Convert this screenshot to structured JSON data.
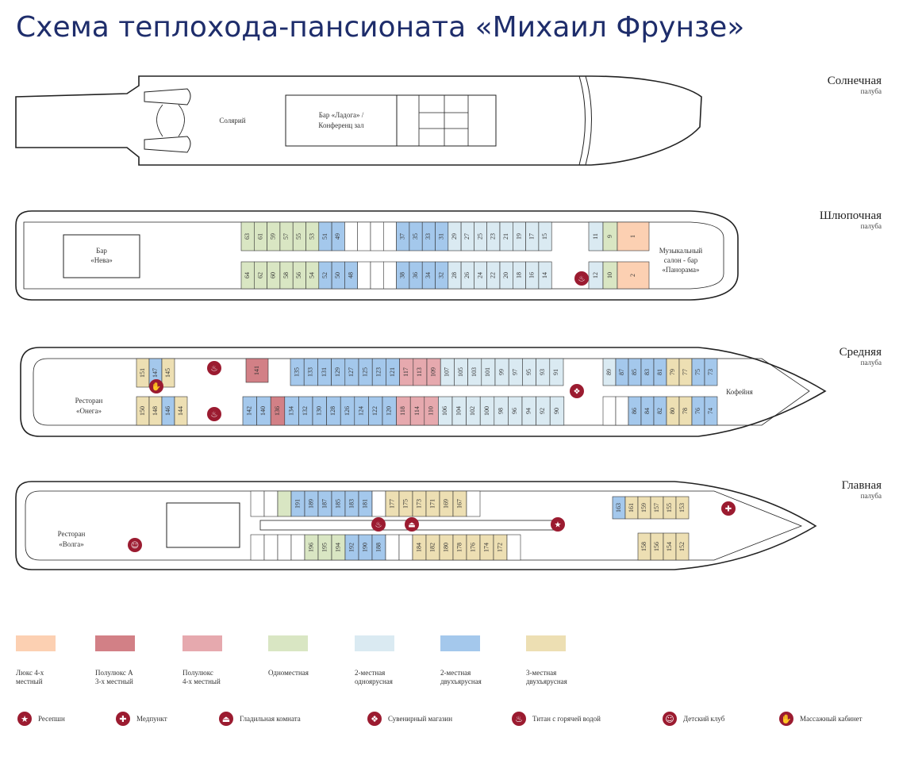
{
  "title": "Схема теплохода-пансионата «Михаил Фрунзе»",
  "colors": {
    "lux": "#fcd0b2",
    "semilux_a": "#d28086",
    "semilux": "#e6a9ae",
    "single": "#d9e6c3",
    "double_single": "#daeaf2",
    "double_bunk": "#a4c8ec",
    "triple_bunk": "#eddfb3",
    "icon": "#9b1b30",
    "hull": "#222222"
  },
  "decks": {
    "sun": {
      "name": "Солнечная",
      "sub": "палуба",
      "solarium": "Солярий",
      "bar": "Бар «Ладога» /",
      "bar2": "Конференц зал"
    },
    "boat": {
      "name": "Шлюпочная",
      "sub": "палуба",
      "bar": "Бар",
      "bar2": "«Нева»",
      "salon": "Музыкальный",
      "salon2": "салон - бар",
      "salon3": "«Панорама»",
      "top": [
        {
          "n": "63",
          "t": "single"
        },
        {
          "n": "61",
          "t": "single"
        },
        {
          "n": "59",
          "t": "single"
        },
        {
          "n": "57",
          "t": "single"
        },
        {
          "n": "55",
          "t": "single"
        },
        {
          "n": "53",
          "t": "single"
        },
        {
          "n": "51",
          "t": "double_bunk"
        },
        {
          "n": "49",
          "t": "double_bunk"
        },
        {
          "n": "",
          "t": "none"
        },
        {
          "n": "",
          "t": "none"
        },
        {
          "n": "",
          "t": "none"
        },
        {
          "n": "",
          "t": "none"
        },
        {
          "n": "37",
          "t": "double_bunk"
        },
        {
          "n": "35",
          "t": "double_bunk"
        },
        {
          "n": "33",
          "t": "double_bunk"
        },
        {
          "n": "31",
          "t": "double_bunk"
        },
        {
          "n": "29",
          "t": "double_single"
        },
        {
          "n": "27",
          "t": "double_single"
        },
        {
          "n": "25",
          "t": "double_single"
        },
        {
          "n": "23",
          "t": "double_single"
        },
        {
          "n": "21",
          "t": "double_single"
        },
        {
          "n": "19",
          "t": "double_single"
        },
        {
          "n": "17",
          "t": "double_single"
        },
        {
          "n": "15",
          "t": "double_single"
        }
      ],
      "bottom": [
        {
          "n": "64",
          "t": "single"
        },
        {
          "n": "62",
          "t": "single"
        },
        {
          "n": "60",
          "t": "single"
        },
        {
          "n": "58",
          "t": "single"
        },
        {
          "n": "56",
          "t": "single"
        },
        {
          "n": "54",
          "t": "single"
        },
        {
          "n": "52",
          "t": "double_bunk"
        },
        {
          "n": "50",
          "t": "double_bunk"
        },
        {
          "n": "48",
          "t": "double_bunk"
        },
        {
          "n": "",
          "t": "none"
        },
        {
          "n": "",
          "t": "none"
        },
        {
          "n": "",
          "t": "none"
        },
        {
          "n": "38",
          "t": "double_bunk"
        },
        {
          "n": "36",
          "t": "double_bunk"
        },
        {
          "n": "34",
          "t": "double_bunk"
        },
        {
          "n": "32",
          "t": "double_bunk"
        },
        {
          "n": "28",
          "t": "double_single"
        },
        {
          "n": "26",
          "t": "double_single"
        },
        {
          "n": "24",
          "t": "double_single"
        },
        {
          "n": "22",
          "t": "double_single"
        },
        {
          "n": "20",
          "t": "double_single"
        },
        {
          "n": "18",
          "t": "double_single"
        },
        {
          "n": "16",
          "t": "double_single"
        },
        {
          "n": "14",
          "t": "double_single"
        }
      ],
      "fore_top": [
        {
          "n": "11",
          "t": "double_single"
        },
        {
          "n": "9",
          "t": "single"
        },
        {
          "n": "1",
          "t": "lux"
        }
      ],
      "fore_bottom": [
        {
          "n": "12",
          "t": "double_single"
        },
        {
          "n": "10",
          "t": "single"
        },
        {
          "n": "2",
          "t": "lux"
        }
      ]
    },
    "middle": {
      "name": "Средняя",
      "sub": "палуба",
      "restaurant": "Ресторан",
      "restaurant2": "«Онега»",
      "cafe": "Кофейня",
      "aft_top": [
        {
          "n": "151",
          "t": "triple_bunk"
        },
        {
          "n": "147",
          "t": "double_bunk"
        },
        {
          "n": "145",
          "t": "triple_bunk"
        }
      ],
      "aft_bottom": [
        {
          "n": "150",
          "t": "triple_bunk"
        },
        {
          "n": "148",
          "t": "triple_bunk"
        },
        {
          "n": "146",
          "t": "double_bunk"
        },
        {
          "n": "144",
          "t": "triple_bunk"
        }
      ],
      "r141": {
        "n": "141",
        "t": "semilux_a"
      },
      "top": [
        {
          "n": "135",
          "t": "double_bunk"
        },
        {
          "n": "133",
          "t": "double_bunk"
        },
        {
          "n": "131",
          "t": "double_bunk"
        },
        {
          "n": "129",
          "t": "double_bunk"
        },
        {
          "n": "127",
          "t": "double_bunk"
        },
        {
          "n": "125",
          "t": "double_bunk"
        },
        {
          "n": "123",
          "t": "double_bunk"
        },
        {
          "n": "121",
          "t": "double_bunk"
        },
        {
          "n": "117",
          "t": "semilux"
        },
        {
          "n": "113",
          "t": "semilux"
        },
        {
          "n": "109",
          "t": "semilux"
        },
        {
          "n": "107",
          "t": "double_single"
        },
        {
          "n": "105",
          "t": "double_single"
        },
        {
          "n": "103",
          "t": "double_single"
        },
        {
          "n": "101",
          "t": "double_single"
        },
        {
          "n": "99",
          "t": "double_single"
        },
        {
          "n": "97",
          "t": "double_single"
        },
        {
          "n": "95",
          "t": "double_single"
        },
        {
          "n": "93",
          "t": "double_single"
        },
        {
          "n": "91",
          "t": "double_single"
        }
      ],
      "bottom_a": [
        {
          "n": "142",
          "t": "double_bunk"
        },
        {
          "n": "140",
          "t": "double_bunk"
        },
        {
          "n": "136",
          "t": "semilux_a"
        },
        {
          "n": "134",
          "t": "double_bunk"
        },
        {
          "n": "132",
          "t": "double_bunk"
        },
        {
          "n": "130",
          "t": "double_bunk"
        },
        {
          "n": "128",
          "t": "double_bunk"
        },
        {
          "n": "126",
          "t": "double_bunk"
        },
        {
          "n": "124",
          "t": "double_bunk"
        },
        {
          "n": "122",
          "t": "double_bunk"
        },
        {
          "n": "120",
          "t": "double_bunk"
        },
        {
          "n": "118",
          "t": "semilux"
        },
        {
          "n": "114",
          "t": "semilux"
        },
        {
          "n": "110",
          "t": "semilux"
        },
        {
          "n": "106",
          "t": "double_single"
        },
        {
          "n": "104",
          "t": "double_single"
        },
        {
          "n": "102",
          "t": "double_single"
        },
        {
          "n": "100",
          "t": "double_single"
        },
        {
          "n": "98",
          "t": "double_single"
        },
        {
          "n": "96",
          "t": "double_single"
        },
        {
          "n": "94",
          "t": "double_single"
        },
        {
          "n": "92",
          "t": "double_single"
        },
        {
          "n": "90",
          "t": "double_single"
        }
      ],
      "fore_top": [
        {
          "n": "89",
          "t": "double_single"
        },
        {
          "n": "87",
          "t": "double_bunk"
        },
        {
          "n": "85",
          "t": "double_bunk"
        },
        {
          "n": "83",
          "t": "double_bunk"
        },
        {
          "n": "81",
          "t": "double_bunk"
        },
        {
          "n": "79",
          "t": "triple_bunk"
        },
        {
          "n": "77",
          "t": "triple_bunk"
        },
        {
          "n": "75",
          "t": "double_bunk"
        },
        {
          "n": "73",
          "t": "double_bunk"
        }
      ],
      "fore_bottom": [
        {
          "n": "",
          "t": "none"
        },
        {
          "n": "",
          "t": "none"
        },
        {
          "n": "86",
          "t": "double_bunk"
        },
        {
          "n": "84",
          "t": "double_bunk"
        },
        {
          "n": "82",
          "t": "double_bunk"
        },
        {
          "n": "80",
          "t": "triple_bunk"
        },
        {
          "n": "78",
          "t": "triple_bunk"
        },
        {
          "n": "76",
          "t": "double_bunk"
        },
        {
          "n": "74",
          "t": "double_bunk"
        }
      ]
    },
    "main": {
      "name": "Главная",
      "sub": "палуба",
      "restaurant": "Ресторан",
      "restaurant2": "«Волга»",
      "top": [
        {
          "n": "",
          "t": "none"
        },
        {
          "n": "",
          "t": "none"
        },
        {
          "n": "",
          "t": "single"
        },
        {
          "n": "191",
          "t": "double_bunk"
        },
        {
          "n": "189",
          "t": "double_bunk"
        },
        {
          "n": "187",
          "t": "double_bunk"
        },
        {
          "n": "185",
          "t": "double_bunk"
        },
        {
          "n": "183",
          "t": "double_bunk"
        },
        {
          "n": "181",
          "t": "double_bunk"
        },
        {
          "n": "",
          "t": "none"
        },
        {
          "n": "177",
          "t": "triple_bunk"
        },
        {
          "n": "175",
          "t": "triple_bunk"
        },
        {
          "n": "173",
          "t": "triple_bunk"
        },
        {
          "n": "171",
          "t": "triple_bunk"
        },
        {
          "n": "169",
          "t": "triple_bunk"
        },
        {
          "n": "167",
          "t": "triple_bunk"
        },
        {
          "n": "",
          "t": "none"
        }
      ],
      "bottom": [
        {
          "n": "",
          "t": "none"
        },
        {
          "n": "",
          "t": "none"
        },
        {
          "n": "",
          "t": "none"
        },
        {
          "n": "",
          "t": "none"
        },
        {
          "n": "196",
          "t": "single"
        },
        {
          "n": "195",
          "t": "single"
        },
        {
          "n": "194",
          "t": "single"
        },
        {
          "n": "192",
          "t": "double_bunk"
        },
        {
          "n": "190",
          "t": "double_bunk"
        },
        {
          "n": "188",
          "t": "double_bunk"
        },
        {
          "n": "",
          "t": "none"
        },
        {
          "n": "",
          "t": "none"
        },
        {
          "n": "184",
          "t": "triple_bunk"
        },
        {
          "n": "182",
          "t": "triple_bunk"
        },
        {
          "n": "180",
          "t": "triple_bunk"
        },
        {
          "n": "178",
          "t": "triple_bunk"
        },
        {
          "n": "176",
          "t": "triple_bunk"
        },
        {
          "n": "174",
          "t": "triple_bunk"
        },
        {
          "n": "172",
          "t": "triple_bunk"
        },
        {
          "n": "",
          "t": "none"
        }
      ],
      "fore_top": [
        {
          "n": "163",
          "t": "double_bunk"
        },
        {
          "n": "161",
          "t": "triple_bunk"
        },
        {
          "n": "159",
          "t": "triple_bunk"
        },
        {
          "n": "157",
          "t": "triple_bunk"
        },
        {
          "n": "155",
          "t": "triple_bunk"
        },
        {
          "n": "153",
          "t": "triple_bunk"
        }
      ],
      "fore_bottom": [
        {
          "n": "158",
          "t": "triple_bunk"
        },
        {
          "n": "156",
          "t": "triple_bunk"
        },
        {
          "n": "154",
          "t": "triple_bunk"
        },
        {
          "n": "152",
          "t": "triple_bunk"
        }
      ]
    }
  },
  "legend": {
    "cabins": [
      {
        "key": "lux",
        "l1": "Люкс 4-х",
        "l2": "местный"
      },
      {
        "key": "semilux_a",
        "l1": "Полулюкс А",
        "l2": "3-х местный"
      },
      {
        "key": "semilux",
        "l1": "Полулюкс",
        "l2": "4-х местный"
      },
      {
        "key": "single",
        "l1": "Одноместная",
        "l2": ""
      },
      {
        "key": "double_single",
        "l1": "2-местная",
        "l2": "одноярусная"
      },
      {
        "key": "double_bunk",
        "l1": "2-местная",
        "l2": "двухъярусная"
      },
      {
        "key": "triple_bunk",
        "l1": "3-местная",
        "l2": "двухъярусная"
      }
    ],
    "icons": [
      {
        "icon": "reception-icon",
        "glyph": "★",
        "label": "Ресепшн"
      },
      {
        "icon": "medical-icon",
        "glyph": "✚",
        "label": "Медпункт"
      },
      {
        "icon": "iron-icon",
        "glyph": "⏏",
        "label": "Гладильная комната"
      },
      {
        "icon": "gift-icon",
        "glyph": "❖",
        "label": "Сувенирный магазин"
      },
      {
        "icon": "kettle-icon",
        "glyph": "♨",
        "label": "Титан с горячей водой"
      },
      {
        "icon": "kids-club-icon",
        "glyph": "☺",
        "label": "Детский клуб"
      },
      {
        "icon": "massage-icon",
        "glyph": "✋",
        "label": "Массажный кабинет"
      }
    ]
  }
}
